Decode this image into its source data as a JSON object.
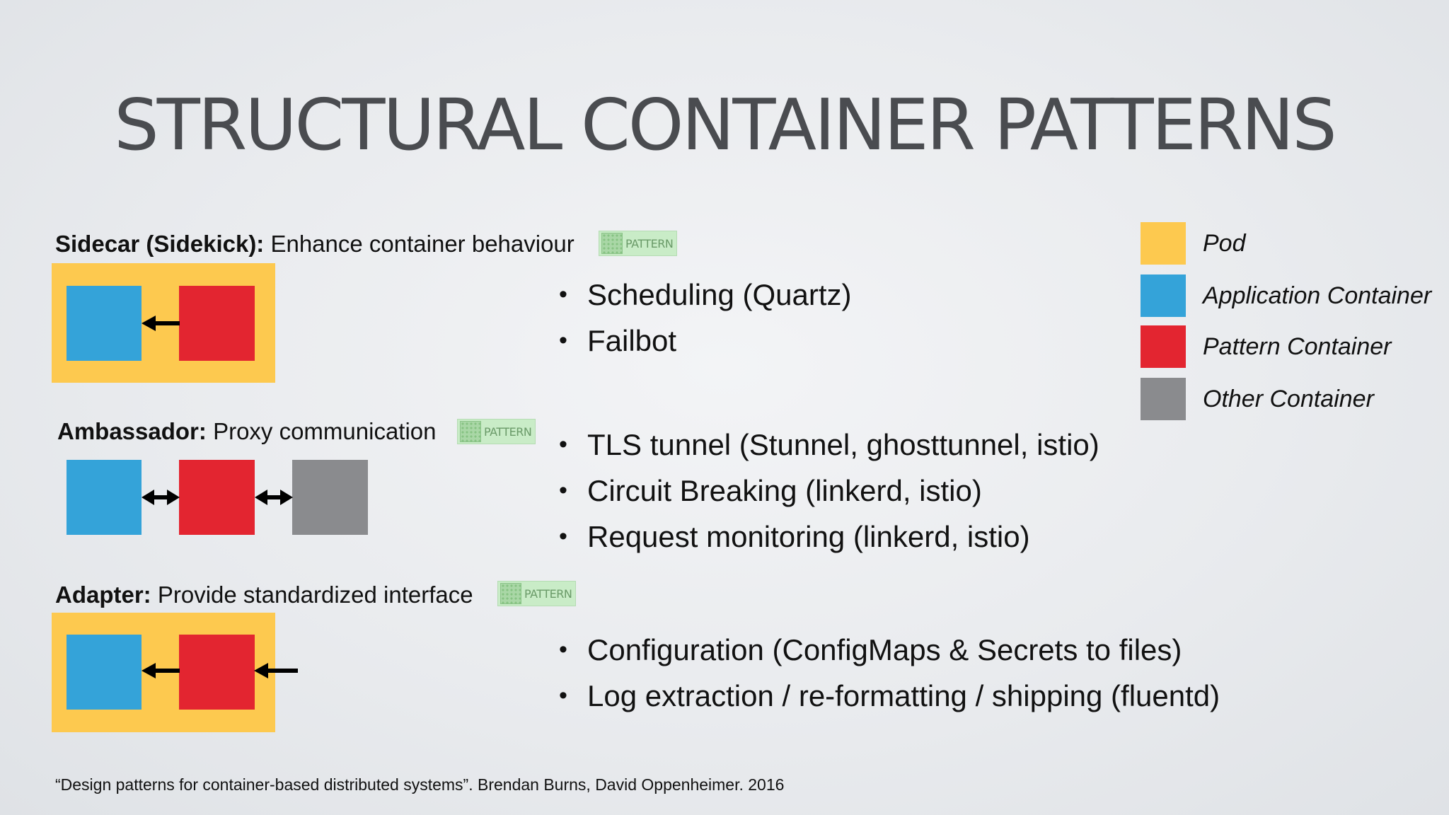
{
  "title": "STRUCTURAL CONTAINER PATTERNS",
  "badge_text": "PATTERN",
  "sections": [
    {
      "name": "Sidecar (Sidekick):",
      "description": "Enhance container behaviour",
      "bullets": [
        "Scheduling (Quartz)",
        "Failbot"
      ]
    },
    {
      "name": "Ambassador:",
      "description": "Proxy communication",
      "bullets": [
        "TLS tunnel (Stunnel, ghosttunnel, istio)",
        "Circuit Breaking (linkerd, istio)",
        "Request monitoring (linkerd, istio)"
      ]
    },
    {
      "name": "Adapter:",
      "description": "Provide standardized interface",
      "bullets": [
        "Configuration (ConfigMaps & Secrets to files)",
        "Log extraction / re-formatting / shipping (fluentd)"
      ]
    }
  ],
  "legend": [
    {
      "label": "Pod",
      "color": "#fdc94f"
    },
    {
      "label": "Application Container",
      "color": "#34a3d9"
    },
    {
      "label": "Pattern Container",
      "color": "#e32530"
    },
    {
      "label": "Other Container",
      "color": "#8a8b8e"
    }
  ],
  "citation": "“Design patterns for container-based distributed systems”. Brendan Burns, David Oppenheimer. 2016"
}
